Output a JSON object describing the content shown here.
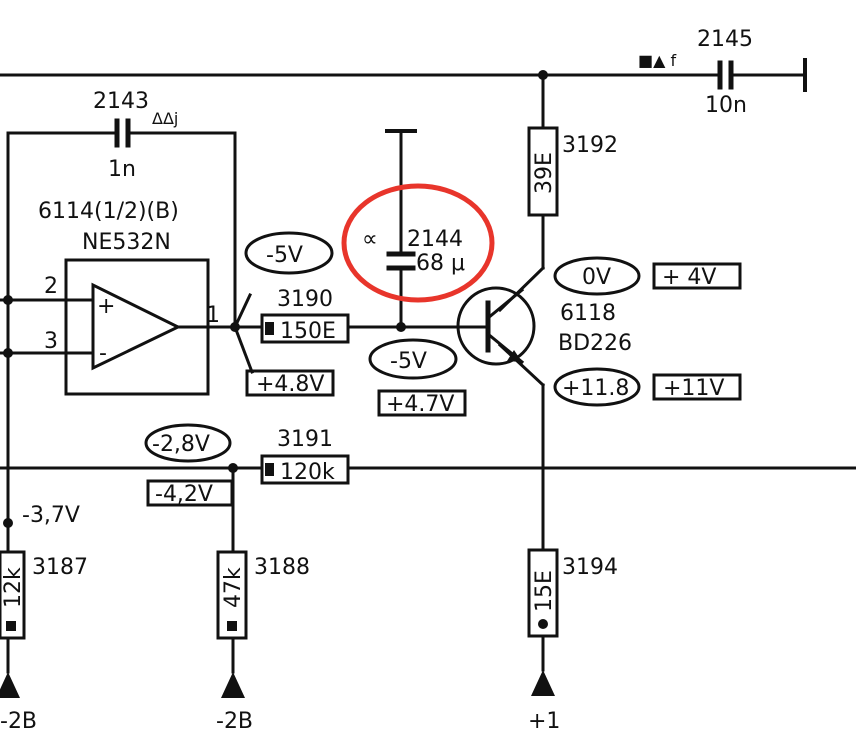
{
  "colors": {
    "ink": "#111111",
    "highlight": "#e8352b",
    "paper": "#ffffff"
  },
  "opamp": {
    "ref": "6114(1/2)(B)",
    "model": "NE532N",
    "pin_noninv": "2",
    "pin_inv": "3",
    "pin_out": "1",
    "sign_plus": "+",
    "sign_minus": "-"
  },
  "capacitors": {
    "c2143": {
      "ref": "2143",
      "value": "1n",
      "marker": "ΔΔj"
    },
    "c2144": {
      "ref": "2144",
      "value": "68 μ",
      "prefix": "∝"
    },
    "c2145": {
      "ref": "2145",
      "value": "10n",
      "marker": "■▲ f"
    }
  },
  "resistors": {
    "r3190": {
      "ref": "3190",
      "value": "150E"
    },
    "r3191": {
      "ref": "3191",
      "value": "120k"
    },
    "r3192": {
      "ref": "3192",
      "value": "39E"
    },
    "r3194": {
      "ref": "3194",
      "value": "15E"
    },
    "r3187": {
      "ref": "3187",
      "value": "12k"
    },
    "r3188": {
      "ref": "3188",
      "value": "47k"
    }
  },
  "transistor": {
    "ref": "6118",
    "model": "BD226"
  },
  "voltages": {
    "opamp_out_oval": "-5V",
    "opamp_out_box": "+4.8V",
    "base_oval": "-5V",
    "base_box": "+4.7V",
    "node_3191_oval": "-2,8V",
    "node_3191_box": "-4,2V",
    "collector_oval": "0V",
    "collector_box": "+ 4V",
    "emitter_oval": "+11.8",
    "emitter_box": "+11V",
    "left_node": "-3,7V"
  },
  "supplies": {
    "left": "-2B",
    "middle": "-2B",
    "right": "+1"
  }
}
